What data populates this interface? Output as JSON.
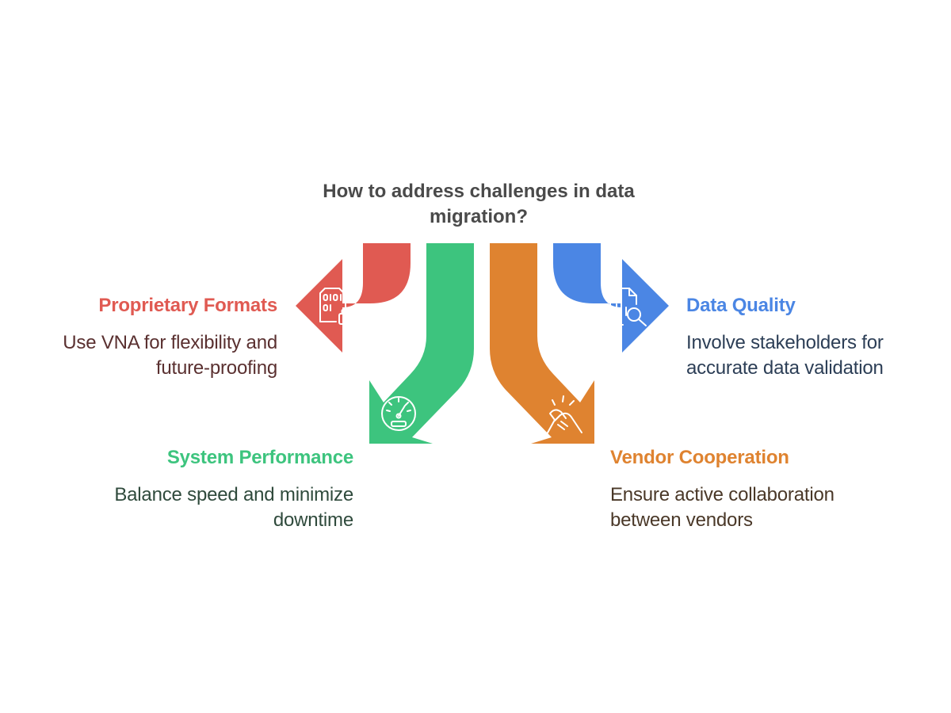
{
  "title": {
    "line1": "How to address challenges in data",
    "line2": "migration?"
  },
  "colors": {
    "title": "#4a4a4a",
    "proprietary": "#e05a52",
    "system": "#3dc47e",
    "vendor": "#df8330",
    "quality": "#4b86e4",
    "desc_red": "#5a3030",
    "desc_green": "#2f4a3c",
    "desc_orange": "#4a3828",
    "desc_blue": "#2c3e56"
  },
  "items": {
    "proprietary": {
      "heading": "Proprietary Formats",
      "desc_line1": "Use VNA for flexibility and",
      "desc_line2": "future-proofing",
      "icon": "binary-file-lock-icon"
    },
    "system": {
      "heading": "System Performance",
      "desc_line1": "Balance speed and minimize",
      "desc_line2": "downtime",
      "icon": "speedometer-icon"
    },
    "vendor": {
      "heading": "Vendor Cooperation",
      "desc_line1": "Ensure active collaboration",
      "desc_line2": "between vendors",
      "icon": "handshake-icon"
    },
    "quality": {
      "heading": "Data Quality",
      "desc_line1": "Involve stakeholders for",
      "desc_line2": "accurate data validation",
      "icon": "document-chart-search-icon"
    }
  }
}
